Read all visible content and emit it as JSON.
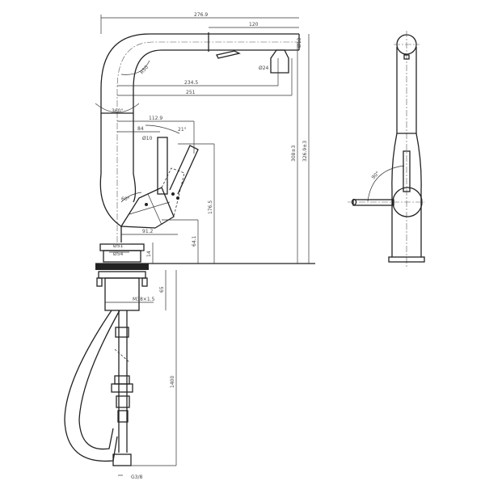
{
  "drawing": {
    "title": "Pull-out kitchen faucet technical drawing",
    "views": [
      "side-view",
      "front-view"
    ],
    "dimensions": {
      "overall_reach": "276.9",
      "pullout_head_length": "120",
      "spout_diameter": "Ø18",
      "nozzle_diameter": "Ø24",
      "reach_to_nozzle": "234.5",
      "reach_to_end": "251",
      "bend_radius": "R50",
      "rotation": "360°",
      "handle_reach": "112.9",
      "handle_pivot": "84",
      "handle_angle": "21°",
      "handle_diameter": "Ø10",
      "body_angle": "60°",
      "body_width": "91.2",
      "body_height": "176.5",
      "base_to_lever": "64.1",
      "flange_height": "14",
      "base_dia_upper": "Ø51",
      "base_dia_lower": "Ø54",
      "total_height_1": "308±3",
      "total_height_2": "326.9±3",
      "thread": "M38×1.5",
      "shank_length": "65",
      "hose_length": "1400",
      "connector": "G3/8",
      "front_handle_angle": "90°"
    }
  }
}
